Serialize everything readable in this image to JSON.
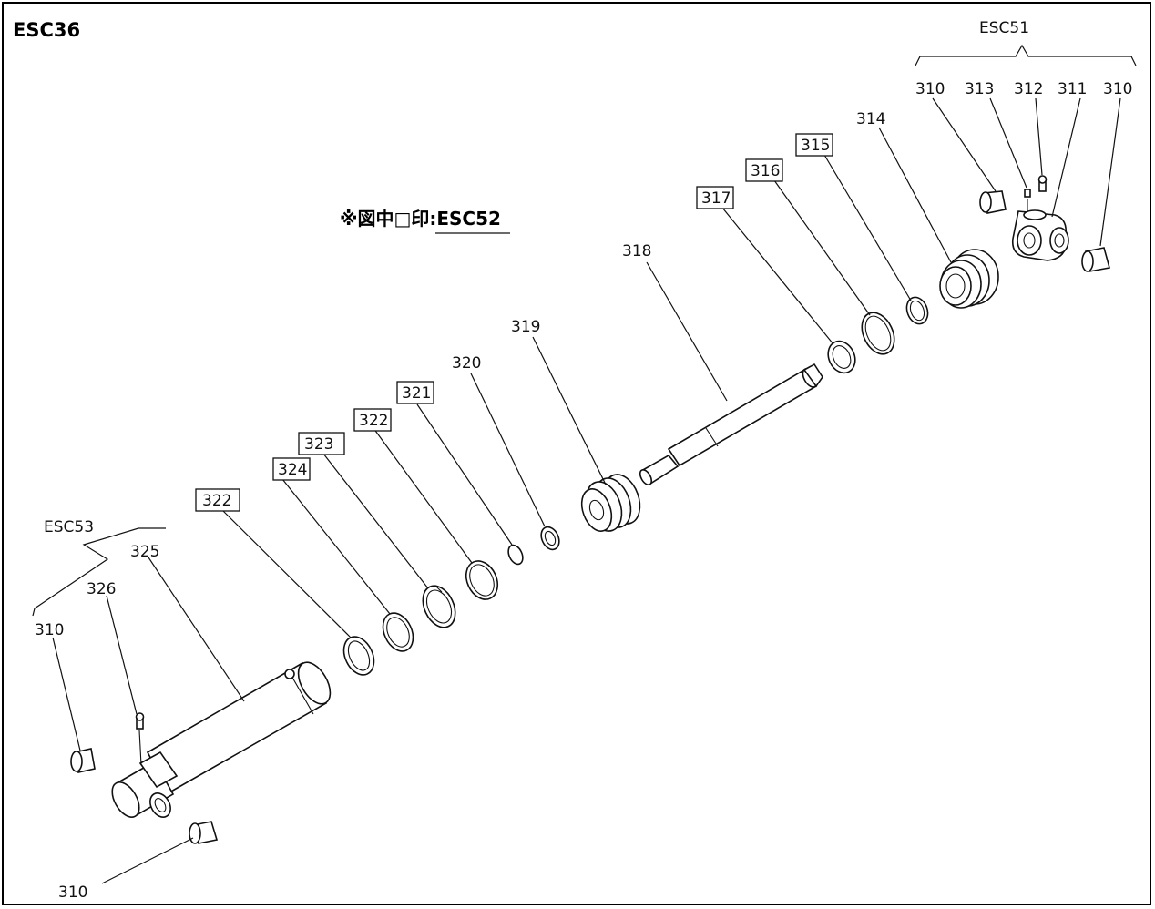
{
  "figure_id": "ESC36",
  "note": "※図中□印:ESC52",
  "groups": {
    "top_right": "ESC51",
    "left": "ESC53"
  },
  "parts": {
    "p310": "310",
    "p311": "311",
    "p312": "312",
    "p313": "313",
    "p314": "314",
    "p315": "315",
    "p316": "316",
    "p317": "317",
    "p318": "318",
    "p319": "319",
    "p320": "320",
    "p321": "321",
    "p322": "322",
    "p323": "323",
    "p324": "324",
    "p325": "325",
    "p326": "326"
  }
}
